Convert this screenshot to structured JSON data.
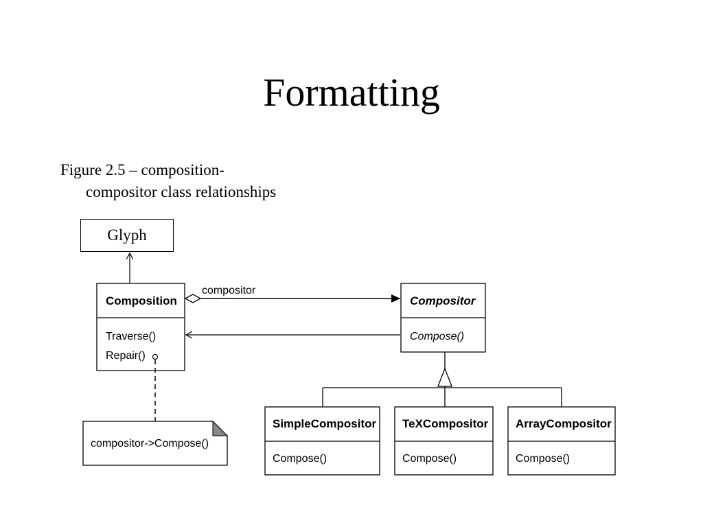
{
  "slide": {
    "title": "Formatting",
    "caption": {
      "line1": "Figure 2.5 – composition-",
      "line2": "compositor class relationships"
    }
  },
  "diagram": {
    "glyph": {
      "name": "Glyph"
    },
    "composition": {
      "name": "Composition",
      "operations": [
        "Traverse()",
        "Repair()"
      ]
    },
    "compositor": {
      "name": "Compositor",
      "operations": [
        "Compose()"
      ],
      "abstract": true
    },
    "association_label": "compositor",
    "subclasses": [
      {
        "name": "SimpleCompositor",
        "operation": "Compose()"
      },
      {
        "name": "TeXCompositor",
        "operation": "Compose()"
      },
      {
        "name": "ArrayCompositor",
        "operation": "Compose()"
      }
    ],
    "note": {
      "text": "compositor->Compose()"
    }
  }
}
